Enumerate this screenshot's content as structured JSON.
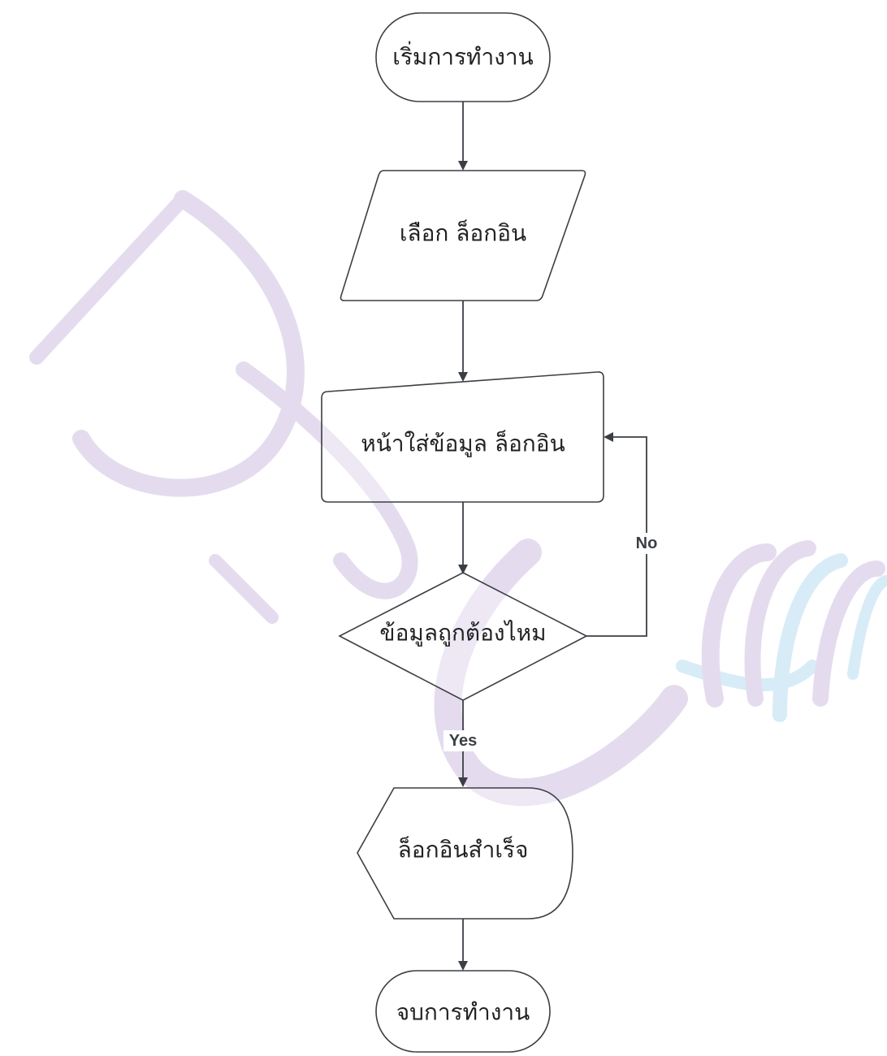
{
  "nodes": {
    "start": {
      "label": "เริ่มการทำงาน",
      "shape": "terminator"
    },
    "select_login": {
      "label": "เลือก ล็อกอิน",
      "shape": "data-input"
    },
    "login_page": {
      "label": "หน้าใส่ข้อมูล ล็อกอิน",
      "shape": "manual-input"
    },
    "check_data": {
      "label": "ข้อมูลถูกต้องไหม",
      "shape": "decision"
    },
    "login_success": {
      "label": "ล็อกอินสำเร็จ",
      "shape": "display"
    },
    "end": {
      "label": "จบการทำงาน",
      "shape": "terminator"
    }
  },
  "edges": {
    "no_label": "No",
    "yes_label": "Yes"
  },
  "colors": {
    "stroke": "#3b3f45",
    "watermark_purple": "#e4dcee",
    "watermark_blue": "#d8ecf7"
  }
}
